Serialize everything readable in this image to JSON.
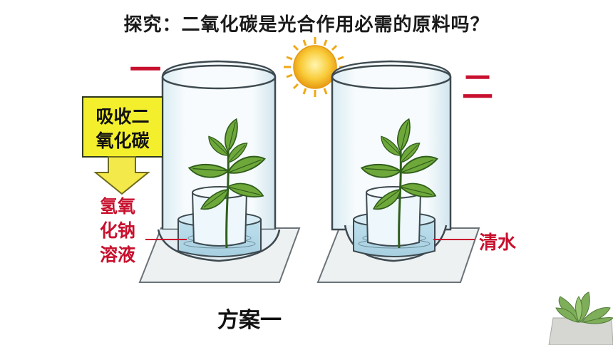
{
  "title": "探究：二氧化碳是光合作用必需的原料吗？",
  "setup_one": {
    "number": "一",
    "callout_line1": "吸收二",
    "callout_line2": "氧化碳",
    "solution_lines": [
      "氢氧",
      "化钠",
      "溶液"
    ]
  },
  "setup_two": {
    "number": "二",
    "water_label": "清水"
  },
  "caption": "方案一",
  "colors": {
    "label_red": "#c8102e",
    "callout_fill": "#f3ef2c",
    "arrow_fill": "#f3e94a",
    "sun": "#f6b31e",
    "leaf": "#6fa83a"
  },
  "icons": [
    "sun-icon",
    "plant-icon",
    "succulent-icon"
  ]
}
